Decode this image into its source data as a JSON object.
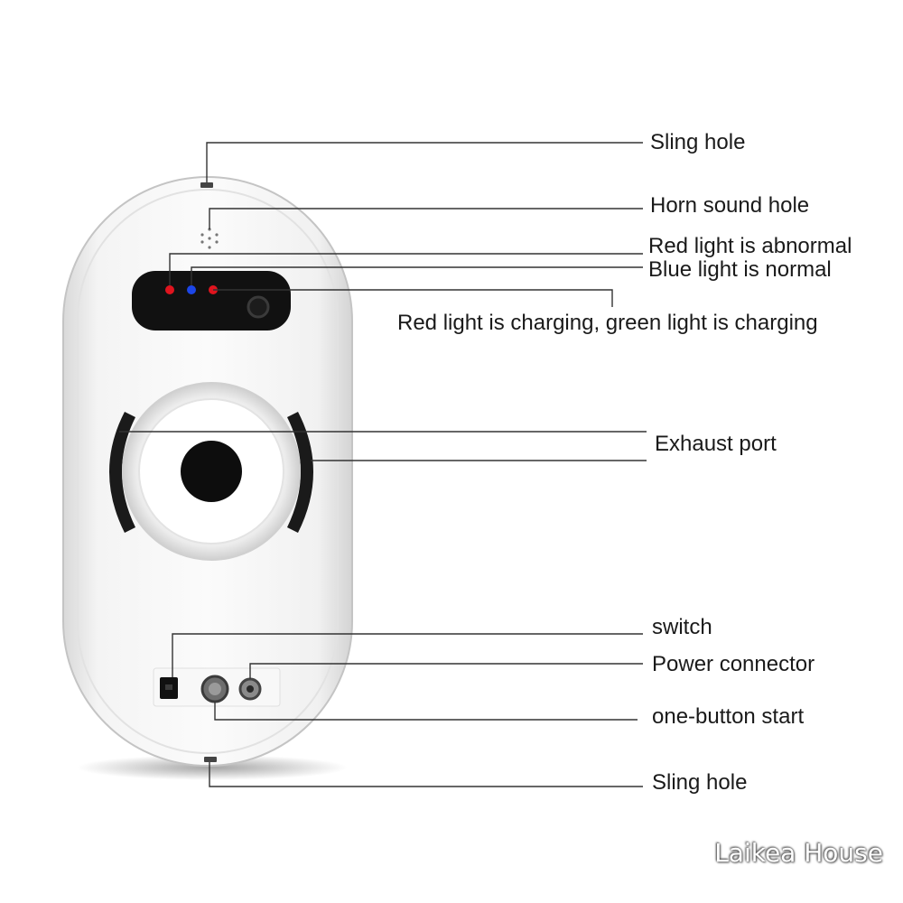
{
  "colors": {
    "body": "#f3f3f3",
    "panel": "#111111",
    "red_led": "#e0141e",
    "blue_led": "#1c46e8",
    "leader_line": "#333333"
  },
  "callouts": {
    "sling_hole_top": "Sling hole",
    "horn_sound_hole": "Horn sound hole",
    "red_light": "Red light is abnormal",
    "blue_light": "Blue light is normal",
    "charging_light": "Red light is charging, green light is charging",
    "exhaust_port": "Exhaust port",
    "switch": "switch",
    "power_connector": "Power connector",
    "one_button_start": "one-button start",
    "sling_hole_bottom": "Sling hole"
  },
  "watermark": "Laikea House"
}
